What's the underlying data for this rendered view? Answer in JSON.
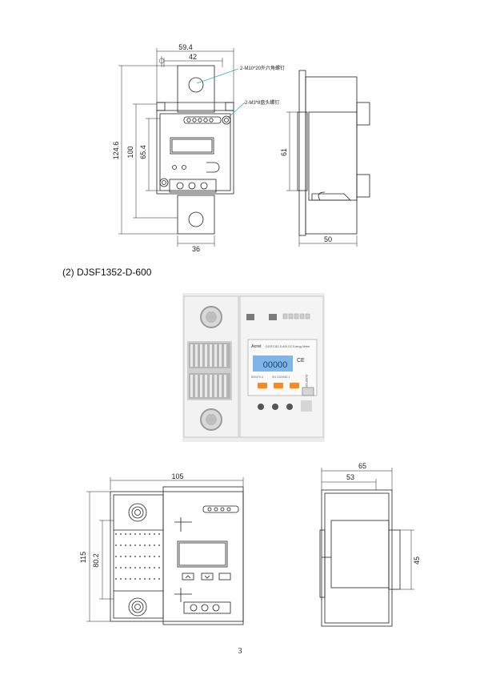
{
  "page": {
    "number": "3"
  },
  "section_title": "(2) DJSF1352-D-600",
  "drawing1": {
    "front": {
      "width_outer": "59.4",
      "width_inner": "42",
      "height_total": "124.6",
      "height_body": "100",
      "height_inner": "65.4",
      "bottom_width": "36"
    },
    "side": {
      "height": "61",
      "depth": "50"
    },
    "notes": {
      "hex_bolt": "2-M10*20外六角螺钉",
      "pan_screw": "2-M3*8盘头螺钉"
    }
  },
  "photo": {
    "brand": "Acrel",
    "model_line": "DJSF1352-D-600 DC Energy Meter",
    "lcd": "00000",
    "side_label": "DJSF1352",
    "ce_mark": "CE",
    "code1": "800470-4",
    "code2": "SN 1024562-1"
  },
  "drawing2": {
    "front": {
      "width": "105",
      "height": "115",
      "inner_height": "80.2"
    },
    "side": {
      "depth": "65",
      "depth_inner": "53",
      "rail_height": "45"
    }
  },
  "colors": {
    "line": "#222222",
    "leader": "#2aa6c8",
    "photo_bg": "#ececec",
    "lcd": "#7fb6e8",
    "button": "#f28a2e"
  }
}
